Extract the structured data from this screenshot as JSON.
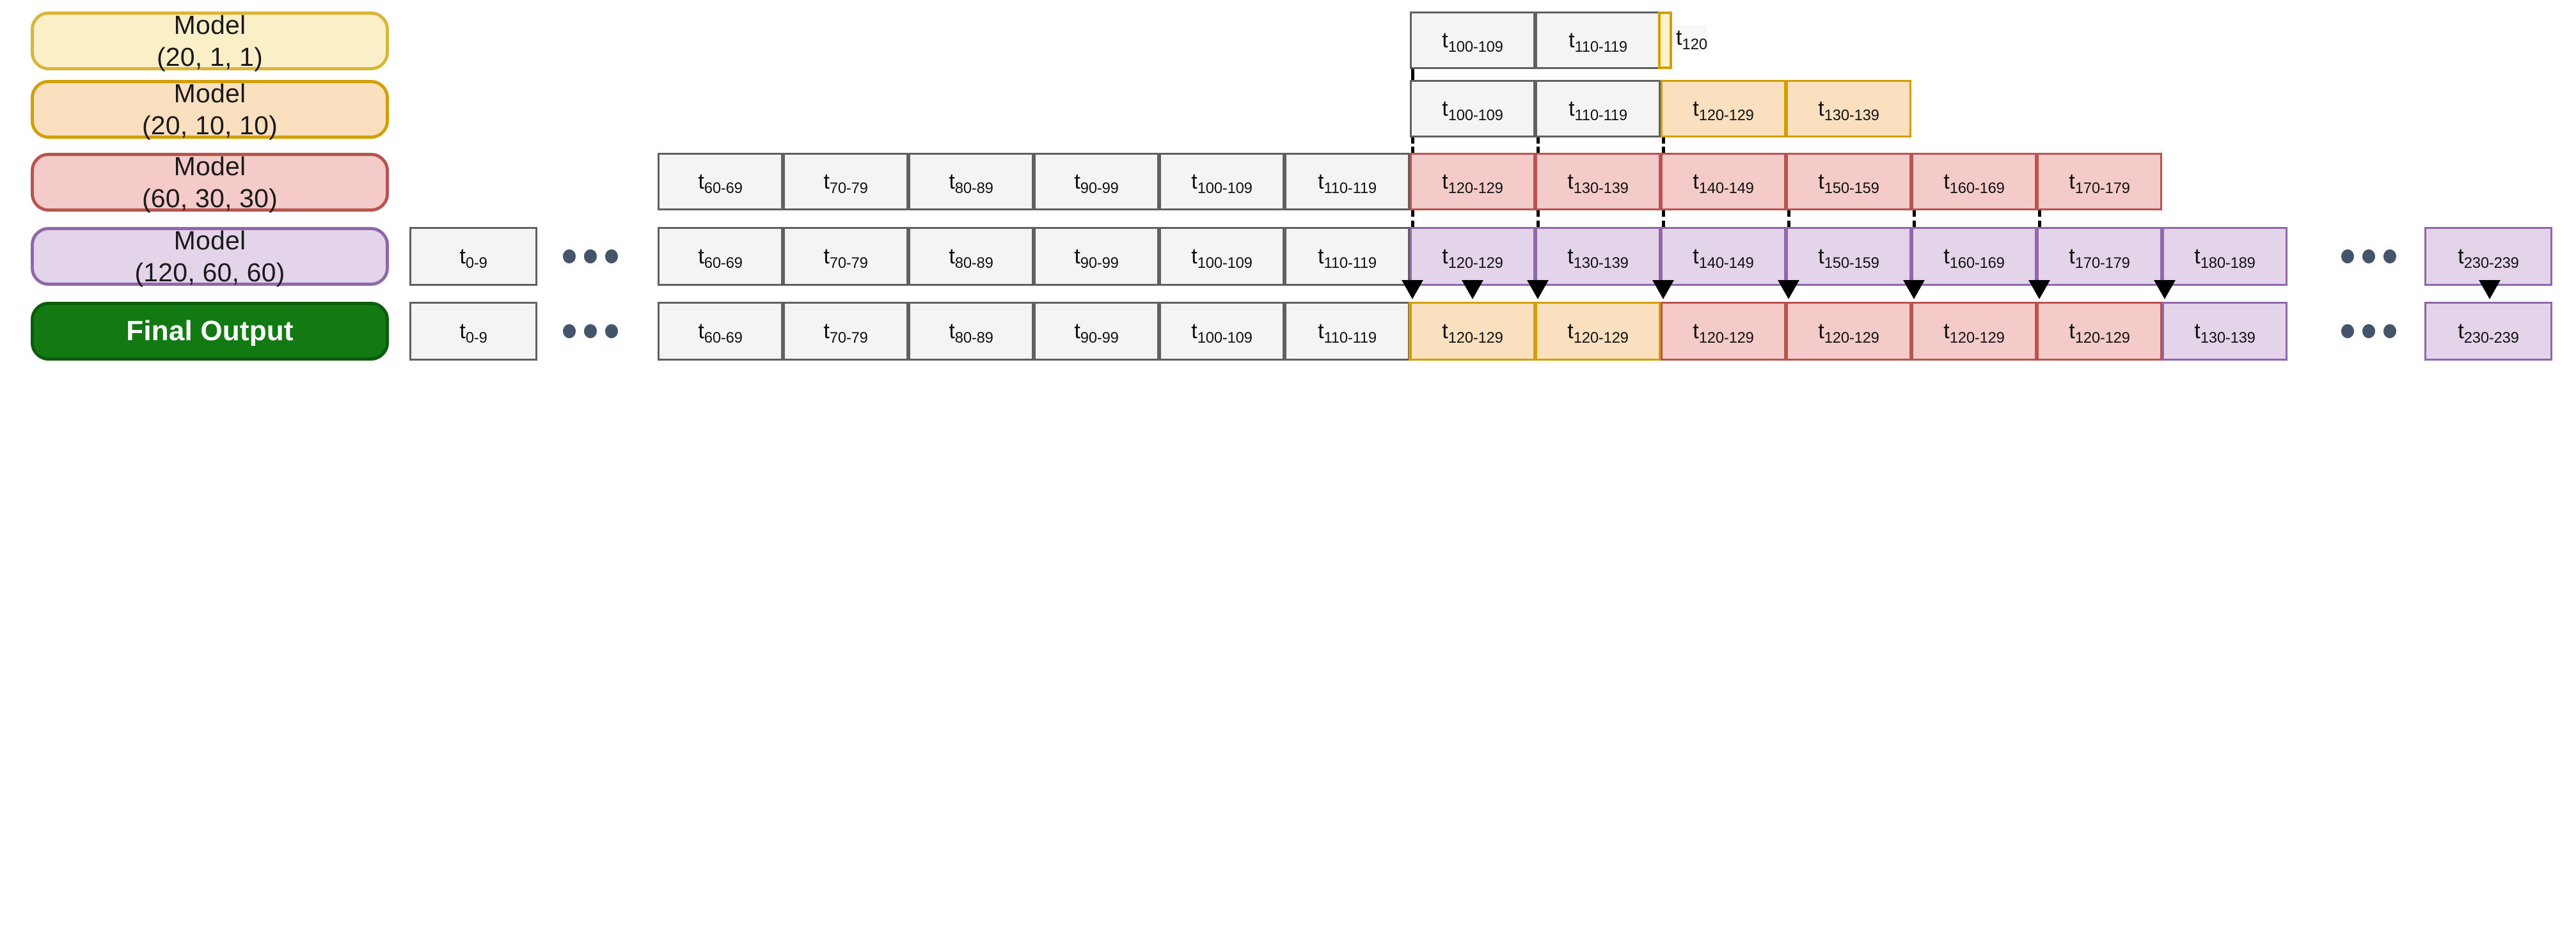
{
  "diagram": {
    "title": "Chunked streaming inference token-window schedule",
    "colors": {
      "gray_fill": "#f4f4f4",
      "gray_border": "#606060",
      "yellow_fill": "#fdf3cf",
      "yellow_border": "#d39e00",
      "orange_fill": "#fbe0c0",
      "orange_border": "#d39e00",
      "red_fill": "#f5cbca",
      "red_border": "#b9534f",
      "purple_fill": "#e3d4ea",
      "purple_border": "#9167ab",
      "green_fill": "#137a13",
      "green_border": "#0c5c0c",
      "dot_color": "#44556b",
      "connector_color": "#000000"
    },
    "rows": [
      {
        "id": "model-20-1-1",
        "label": "Model\n(20, 1, 1)",
        "label_fill": "#fbefc8",
        "label_border": "#d8b63a",
        "label_text_color": "#1a1a1a",
        "cells": [
          {
            "t": "t",
            "sub": "100-109",
            "color": "gray"
          },
          {
            "t": "t",
            "sub": "110-119",
            "color": "gray"
          },
          {
            "t": "",
            "sub": "",
            "color": "yellow"
          }
        ],
        "loose_label": {
          "t": "t",
          "sub": "120"
        }
      },
      {
        "id": "model-20-10-10",
        "label": "Model\n(20, 10, 10)",
        "label_fill": "#fbe0c0",
        "label_border": "#d39e00",
        "label_text_color": "#1a1a1a",
        "cells": [
          {
            "t": "t",
            "sub": "100-109",
            "color": "gray"
          },
          {
            "t": "t",
            "sub": "110-119",
            "color": "gray"
          },
          {
            "t": "t",
            "sub": "120-129",
            "color": "orange"
          },
          {
            "t": "t",
            "sub": "130-139",
            "color": "orange"
          }
        ]
      },
      {
        "id": "model-60-30-30",
        "label": "Model\n(60, 30, 30)",
        "label_fill": "#f5cbca",
        "label_border": "#b9534f",
        "label_text_color": "#1a1a1a",
        "cells": [
          {
            "t": "t",
            "sub": "60-69",
            "color": "gray"
          },
          {
            "t": "t",
            "sub": "70-79",
            "color": "gray"
          },
          {
            "t": "t",
            "sub": "80-89",
            "color": "gray"
          },
          {
            "t": "t",
            "sub": "90-99",
            "color": "gray"
          },
          {
            "t": "t",
            "sub": "100-109",
            "color": "gray"
          },
          {
            "t": "t",
            "sub": "110-119",
            "color": "gray"
          },
          {
            "t": "t",
            "sub": "120-129",
            "color": "red"
          },
          {
            "t": "t",
            "sub": "130-139",
            "color": "red"
          },
          {
            "t": "t",
            "sub": "140-149",
            "color": "red"
          },
          {
            "t": "t",
            "sub": "150-159",
            "color": "red"
          },
          {
            "t": "t",
            "sub": "160-169",
            "color": "red"
          },
          {
            "t": "t",
            "sub": "170-179",
            "color": "red"
          }
        ]
      },
      {
        "id": "model-120-60-60",
        "label": "Model\n(120, 60, 60)",
        "label_fill": "#e3d4ea",
        "label_border": "#9167ab",
        "label_text_color": "#1a1a1a",
        "lead_cell": {
          "t": "t",
          "sub": "0-9",
          "color": "gray"
        },
        "cells": [
          {
            "t": "t",
            "sub": "60-69",
            "color": "gray"
          },
          {
            "t": "t",
            "sub": "70-79",
            "color": "gray"
          },
          {
            "t": "t",
            "sub": "80-89",
            "color": "gray"
          },
          {
            "t": "t",
            "sub": "90-99",
            "color": "gray"
          },
          {
            "t": "t",
            "sub": "100-109",
            "color": "gray"
          },
          {
            "t": "t",
            "sub": "110-119",
            "color": "gray"
          },
          {
            "t": "t",
            "sub": "120-129",
            "color": "purple"
          },
          {
            "t": "t",
            "sub": "130-139",
            "color": "purple"
          },
          {
            "t": "t",
            "sub": "140-149",
            "color": "purple"
          },
          {
            "t": "t",
            "sub": "150-159",
            "color": "purple"
          },
          {
            "t": "t",
            "sub": "160-169",
            "color": "purple"
          },
          {
            "t": "t",
            "sub": "170-179",
            "color": "purple"
          },
          {
            "t": "t",
            "sub": "180-189",
            "color": "purple"
          }
        ],
        "tail_cell": {
          "t": "t",
          "sub": "230-239",
          "color": "purple"
        }
      },
      {
        "id": "final-output",
        "label": "Final Output",
        "label_fill": "#137a13",
        "label_border": "#0c5c0c",
        "label_text_color": "#ffffff",
        "lead_cell": {
          "t": "t",
          "sub": "0-9",
          "color": "gray"
        },
        "cells": [
          {
            "t": "t",
            "sub": "60-69",
            "color": "gray"
          },
          {
            "t": "t",
            "sub": "70-79",
            "color": "gray"
          },
          {
            "t": "t",
            "sub": "80-89",
            "color": "gray"
          },
          {
            "t": "t",
            "sub": "90-99",
            "color": "gray"
          },
          {
            "t": "t",
            "sub": "100-109",
            "color": "gray"
          },
          {
            "t": "t",
            "sub": "110-119",
            "color": "gray"
          },
          {
            "t": "",
            "sub": "",
            "color": "yellow"
          },
          {
            "t": "t",
            "sub": "120-129",
            "color": "orange"
          },
          {
            "t": "t",
            "sub": "120-129",
            "color": "orange"
          },
          {
            "t": "t",
            "sub": "120-129",
            "color": "red"
          },
          {
            "t": "t",
            "sub": "120-129",
            "color": "red"
          },
          {
            "t": "t",
            "sub": "120-129",
            "color": "red"
          },
          {
            "t": "t",
            "sub": "120-129",
            "color": "red"
          },
          {
            "t": "t",
            "sub": "130-139",
            "color": "purple"
          }
        ],
        "tail_cell": {
          "t": "t",
          "sub": "230-239",
          "color": "purple"
        }
      }
    ],
    "ellipsis": {
      "glyph": "•••",
      "count": 3
    }
  }
}
